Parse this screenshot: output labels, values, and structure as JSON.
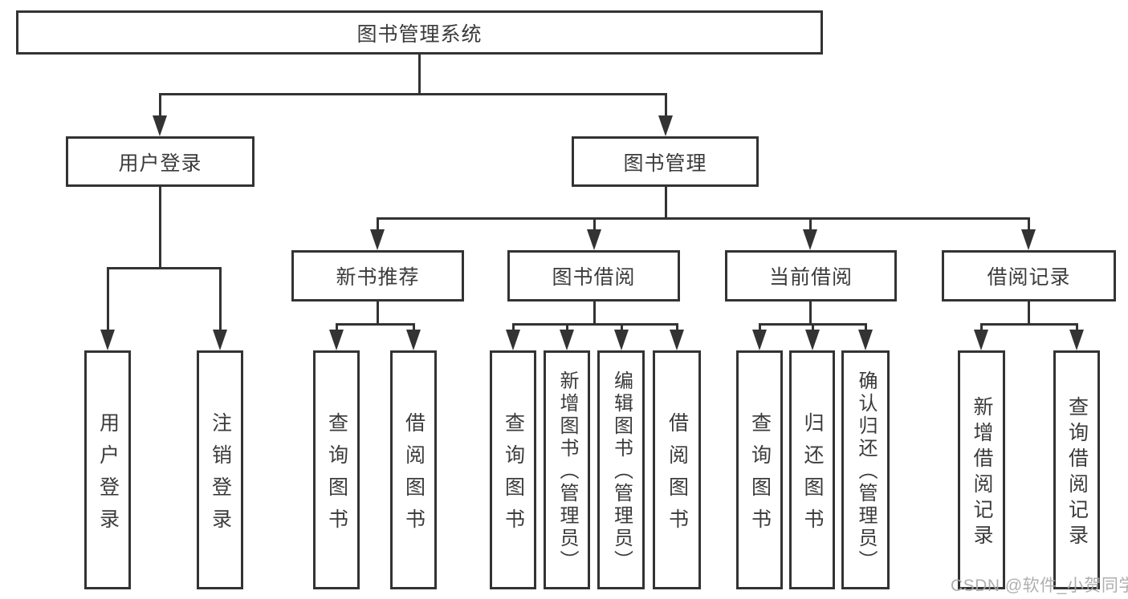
{
  "tree": {
    "label": "图书管理系统",
    "children": [
      {
        "label": "用户登录",
        "children": [
          {
            "label": "用户登录"
          },
          {
            "label": "注销登录"
          }
        ]
      },
      {
        "label": "图书管理",
        "children": [
          {
            "label": "新书推荐",
            "children": [
              {
                "label": "查询图书"
              },
              {
                "label": "借阅图书"
              }
            ]
          },
          {
            "label": "图书借阅",
            "children": [
              {
                "label": "查询图书"
              },
              {
                "label": "新增图书（管理员）"
              },
              {
                "label": "编辑图书（管理员）"
              },
              {
                "label": "借阅图书"
              }
            ]
          },
          {
            "label": "当前借阅",
            "children": [
              {
                "label": "查询图书"
              },
              {
                "label": "归还图书"
              },
              {
                "label": "确认归还（管理员）"
              }
            ]
          },
          {
            "label": "借阅记录",
            "children": [
              {
                "label": "新增借阅记录"
              },
              {
                "label": "查询借阅记录"
              }
            ]
          }
        ]
      }
    ]
  },
  "watermark": {
    "text": "CSDN @软件_小贺同学"
  },
  "colors": {
    "line": "#333333",
    "text": "#3b3b3b",
    "bg": "#ffffff",
    "watermark": "#a9a9a9"
  }
}
